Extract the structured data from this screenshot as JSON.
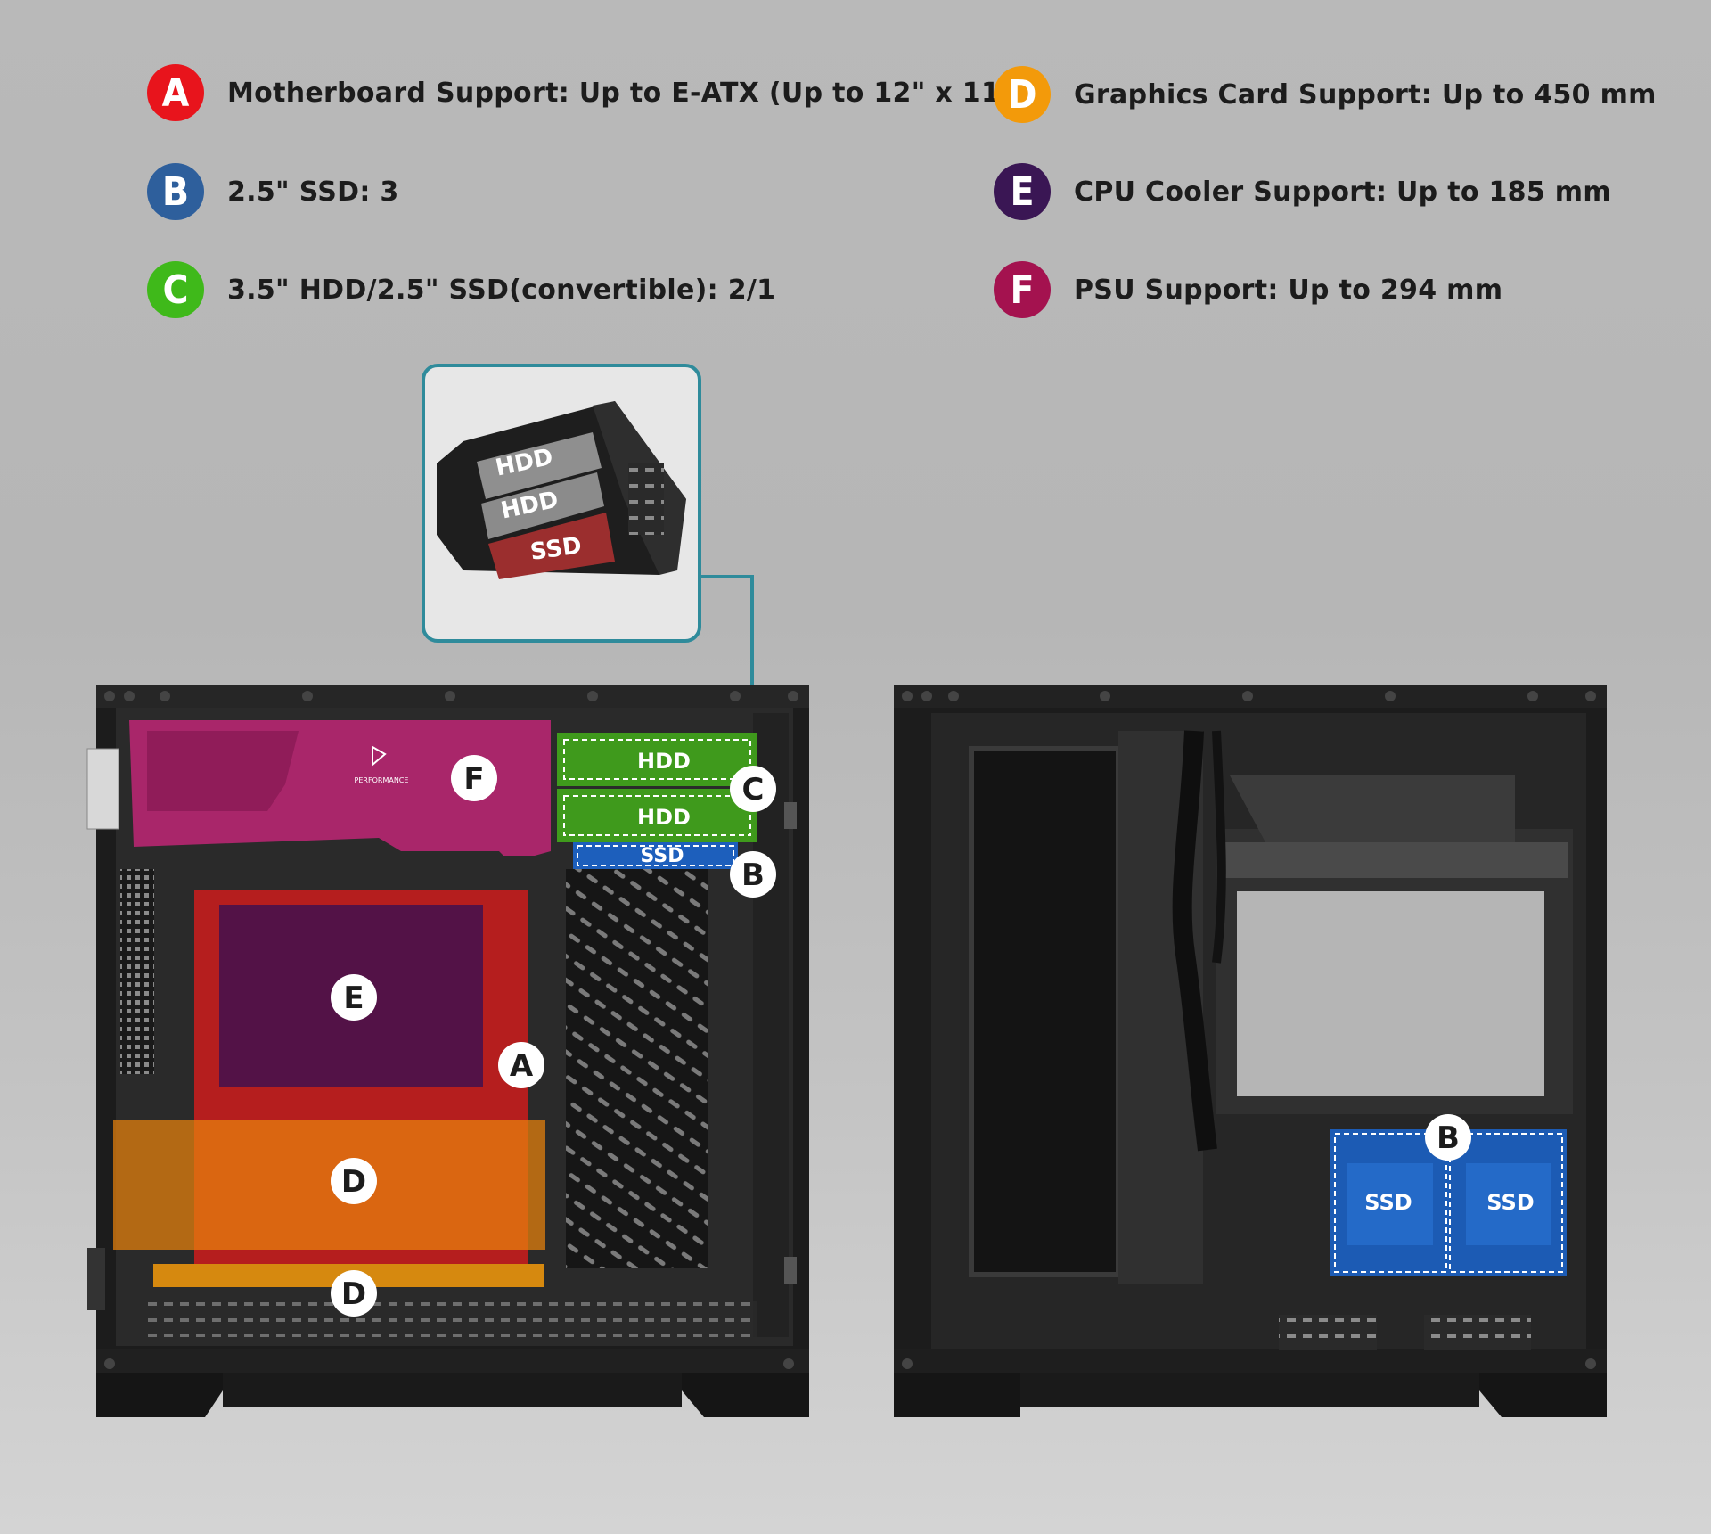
{
  "specs_left": [
    {
      "letter": "A",
      "color": "#e8141c",
      "text": "Motherboard Support: Up to E-ATX (Up to 12\" x 11\")"
    },
    {
      "letter": "B",
      "color": "#2e5f9c",
      "text": "2.5\" SSD:  3"
    },
    {
      "letter": "C",
      "color": "#3fb91a",
      "text": "3.5\" HDD/2.5\" SSD(convertible):   2/1"
    }
  ],
  "specs_right": [
    {
      "letter": "D",
      "color": "#f39a0a",
      "text": "Graphics Card Support: Up to 450 mm"
    },
    {
      "letter": "E",
      "color": "#3a1654",
      "text": "CPU Cooler Support: Up to 185 mm"
    },
    {
      "letter": "F",
      "color": "#a4124f",
      "text": "PSU Support: Up to 294 mm"
    }
  ],
  "inset_labels": [
    "HDD",
    "HDD",
    "SSD"
  ],
  "front_view": {
    "bay_labels": [
      "HDD",
      "HDD",
      "SSD"
    ],
    "markers": [
      "F",
      "E",
      "A",
      "D",
      "D",
      "C",
      "B"
    ],
    "psu_logo": "PERFORMANCE"
  },
  "rear_view": {
    "ssd_labels": [
      "SSD",
      "SSD"
    ],
    "markers": [
      "B"
    ]
  }
}
